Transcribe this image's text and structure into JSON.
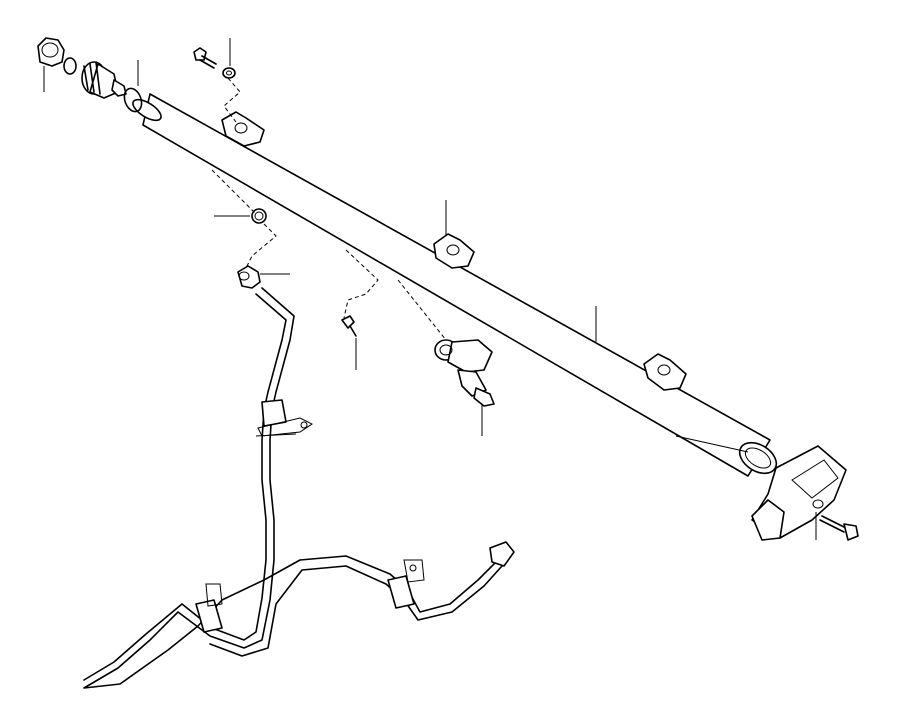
{
  "diagram": {
    "background": "#ffffff",
    "line_color": "#000000",
    "parts": [
      {
        "name": "fuel-rail"
      },
      {
        "name": "pressure-sensor-cap"
      },
      {
        "name": "washer"
      },
      {
        "name": "pressure-regulator"
      },
      {
        "name": "o-ring"
      },
      {
        "name": "bolt"
      },
      {
        "name": "bolt-washer"
      },
      {
        "name": "mounting-bracket"
      },
      {
        "name": "fuel-injector"
      },
      {
        "name": "seal-ring"
      },
      {
        "name": "hose-connector"
      },
      {
        "name": "screw"
      },
      {
        "name": "fuel-line"
      },
      {
        "name": "pipe-clamp"
      },
      {
        "name": "connector-bracket"
      },
      {
        "name": "bracket-bolt"
      }
    ]
  }
}
